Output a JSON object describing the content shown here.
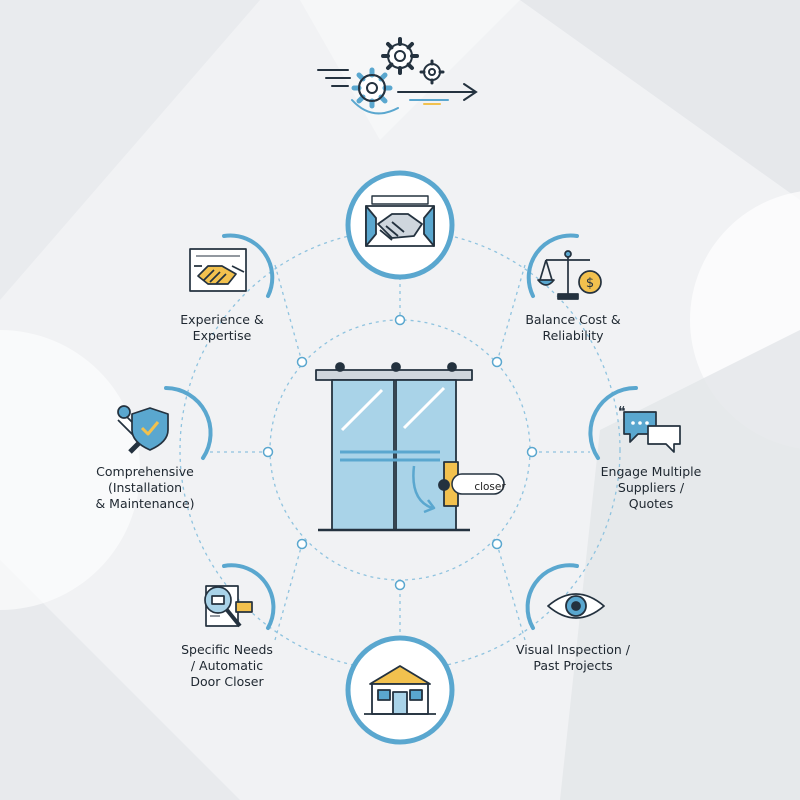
{
  "colors": {
    "accent_blue": "#5aa7cf",
    "icon_ink": "#24323f",
    "highlight_yellow": "#f2c14e",
    "glass_blue": "#a9d3e8",
    "dashed_line": "#8fc3df"
  },
  "factors": [
    {
      "id": "experience",
      "lines": [
        "Experience &",
        "Expertise"
      ],
      "icon": "handshake-document-icon"
    },
    {
      "id": "cost",
      "lines": [
        "Balance Cost &",
        "Reliability"
      ],
      "icon": "scale-dollar-icon"
    },
    {
      "id": "comprehensive",
      "lines": [
        "Comprehensive",
        "(Installation",
        "& Maintenance)"
      ],
      "icon": "wrench-shield-icon"
    },
    {
      "id": "quotes",
      "lines": [
        "Engage Multiple",
        "Suppliers /",
        "Quotes"
      ],
      "icon": "chat-bubbles-icon"
    },
    {
      "id": "needs",
      "lines": [
        "Specific Needs",
        "/ Automatic",
        "Door Closer"
      ],
      "icon": "magnifier-document-icon"
    },
    {
      "id": "inspection",
      "lines": [
        "Visual Inspection /",
        "Past Projects"
      ],
      "icon": "eye-icon"
    }
  ],
  "top_node": {
    "icon": "handshake-icon"
  },
  "bottom_node": {
    "icon": "building-icon"
  },
  "header_icon": "gears-arrow-icon",
  "center": {
    "icon": "sliding-glass-door-icon",
    "closer_label": "closer"
  }
}
